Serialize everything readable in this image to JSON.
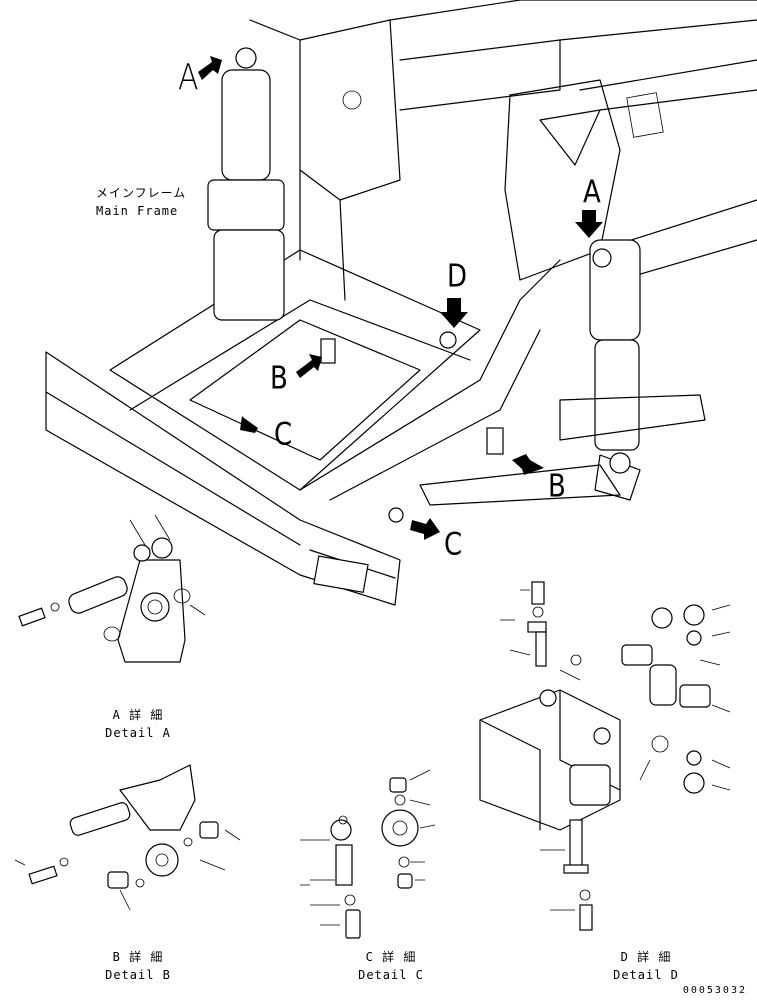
{
  "labels": {
    "main_frame_jp": "メインフレーム",
    "main_frame_en": "Main Frame",
    "callout_a": "A",
    "callout_b": "B",
    "callout_c": "C",
    "callout_d": "D"
  },
  "details": [
    {
      "jp": "A 詳 細",
      "en": "Detail A"
    },
    {
      "jp": "B 詳 細",
      "en": "Detail B"
    },
    {
      "jp": "C 詳 細",
      "en": "Detail C"
    },
    {
      "jp": "D 詳 細",
      "en": "Detail D"
    }
  ],
  "document_number": "00053032"
}
